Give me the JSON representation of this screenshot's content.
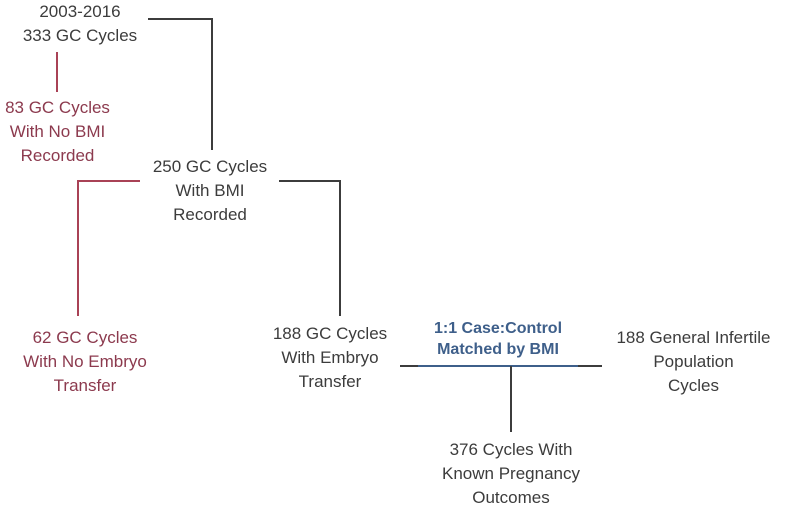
{
  "colors": {
    "text": "#3c3c3c",
    "excluded": "#8c3a4e",
    "match_label": "#3e5f8a",
    "line_main": "#3c3c3c",
    "line_excluded": "#a94256",
    "line_match": "#3e5f8a"
  },
  "nodes": {
    "start": {
      "lines": [
        "2003-2016",
        "333 GC Cycles"
      ]
    },
    "no_bmi": {
      "lines": [
        "83 GC Cycles",
        "With No BMI",
        "Recorded"
      ]
    },
    "with_bmi": {
      "lines": [
        "250 GC Cycles",
        "With BMI",
        "Recorded"
      ]
    },
    "no_transfer": {
      "lines": [
        "62 GC Cycles",
        "With No Embryo",
        "Transfer"
      ]
    },
    "with_transfer": {
      "lines": [
        "188 GC Cycles",
        "With Embryo",
        "Transfer"
      ]
    },
    "match": {
      "lines": [
        "1:1 Case:Control",
        "Matched by BMI"
      ]
    },
    "general": {
      "lines": [
        "188 General Infertile",
        "Population",
        "Cycles"
      ]
    },
    "outcomes": {
      "lines": [
        "376 Cycles With",
        "Known Pregnancy",
        "Outcomes"
      ]
    }
  }
}
